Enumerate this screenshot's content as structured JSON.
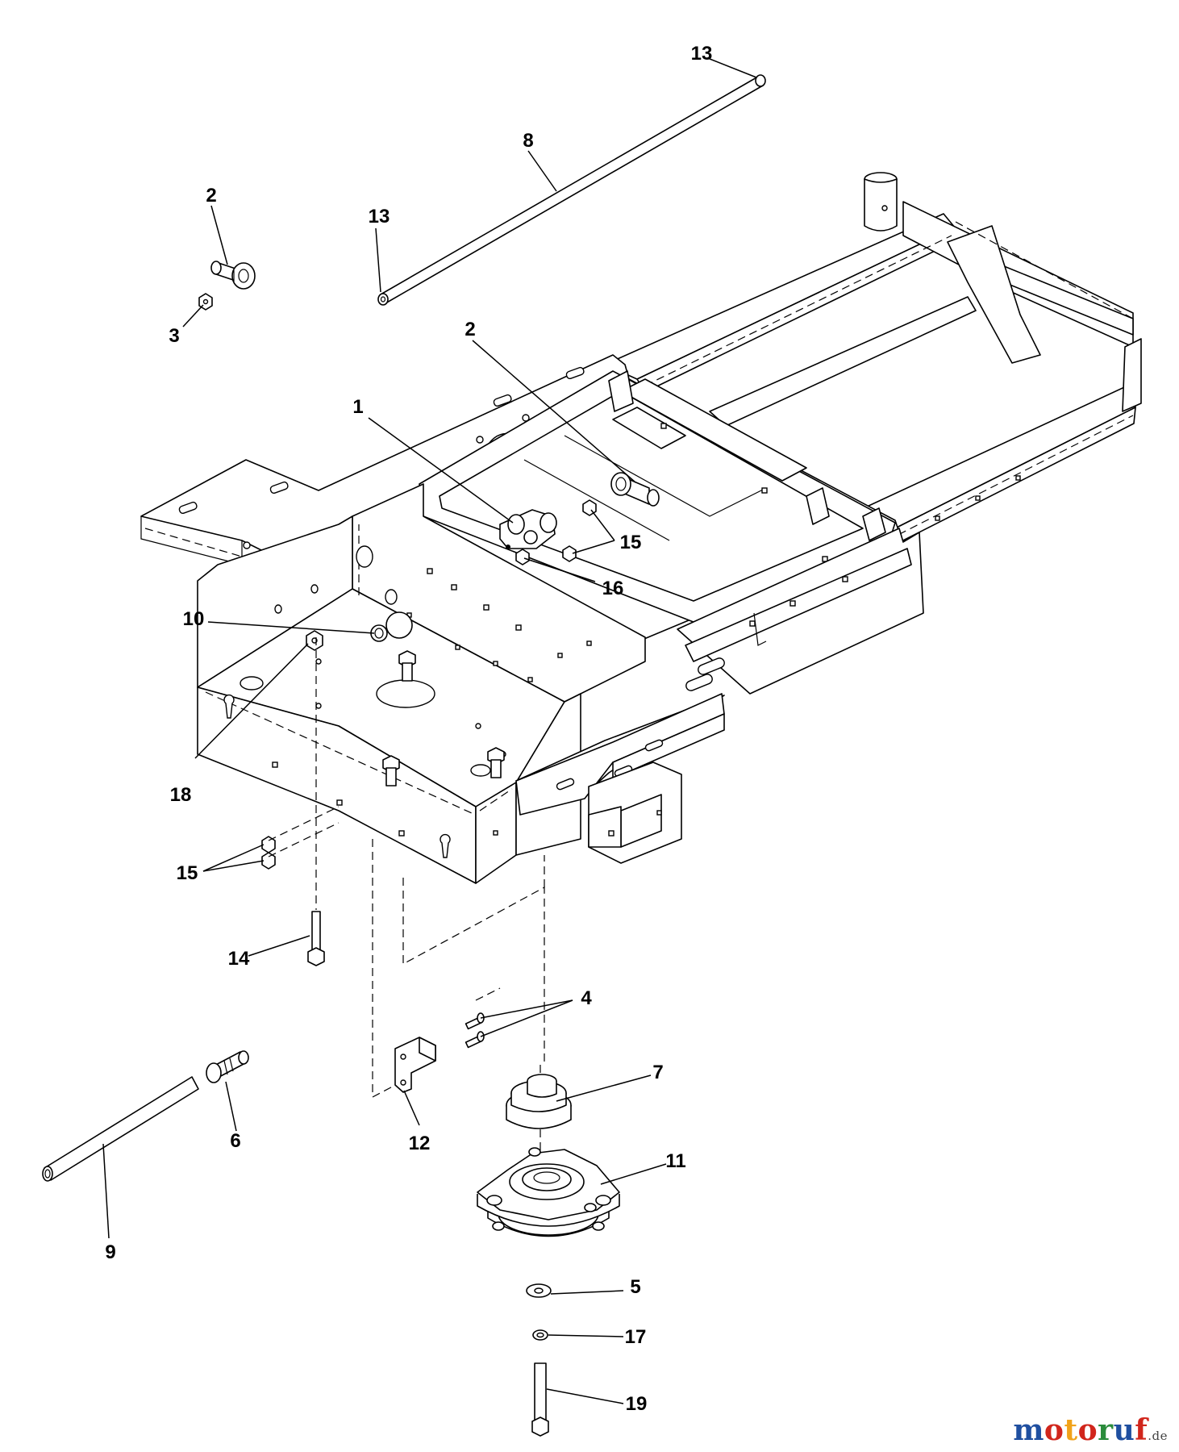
{
  "callouts": [
    "1",
    "2",
    "2",
    "3",
    "4",
    "5",
    "6",
    "7",
    "8",
    "9",
    "10",
    "11",
    "12",
    "13",
    "13",
    "14",
    "15",
    "15",
    "16",
    "17",
    "18",
    "19"
  ],
  "watermark": {
    "main": "motoruf",
    "suffix": ".de"
  },
  "colors": {
    "line": "#000000",
    "background": "#ffffff",
    "wm_m": "#1f4fa0",
    "wm_o": "#d1261c",
    "wm_t": "#f1a21a",
    "wm_r": "#2b8c3c"
  }
}
